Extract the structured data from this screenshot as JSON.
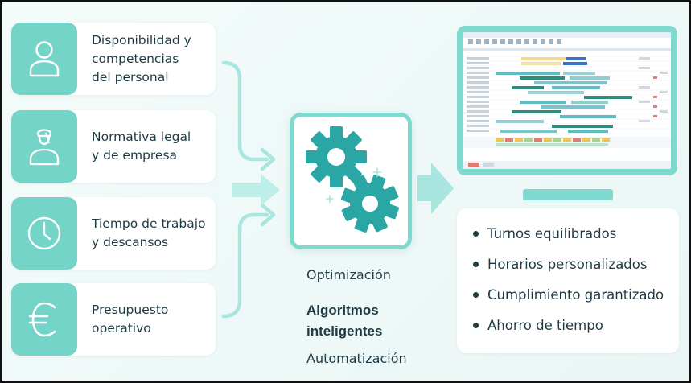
{
  "inputs": [
    {
      "label": "Disponibilidad y\ncompetencias\ndel personal",
      "icon": "person-icon"
    },
    {
      "label": "Normativa legal\ny de empresa",
      "icon": "regulation-icon"
    },
    {
      "label": "Tiempo de trabajo\ny descansos",
      "icon": "clock-icon"
    },
    {
      "label": "Presupuesto\noperativo",
      "icon": "euro-icon"
    }
  ],
  "process": {
    "icon": "gears-icon",
    "line1": "Optimización",
    "line2a": "Algoritmos",
    "line2b": "inteligentes",
    "line3": "Automatización"
  },
  "outputs": [
    "Turnos equilibrados",
    "Horarios personalizados",
    "Cumplimiento garantizado",
    "Ahorro de tiempo"
  ],
  "colors": {
    "accent": "#74d4c8",
    "gear": "#2aa7a4",
    "text": "#1e3a44",
    "arrow": "#a8e6df"
  }
}
